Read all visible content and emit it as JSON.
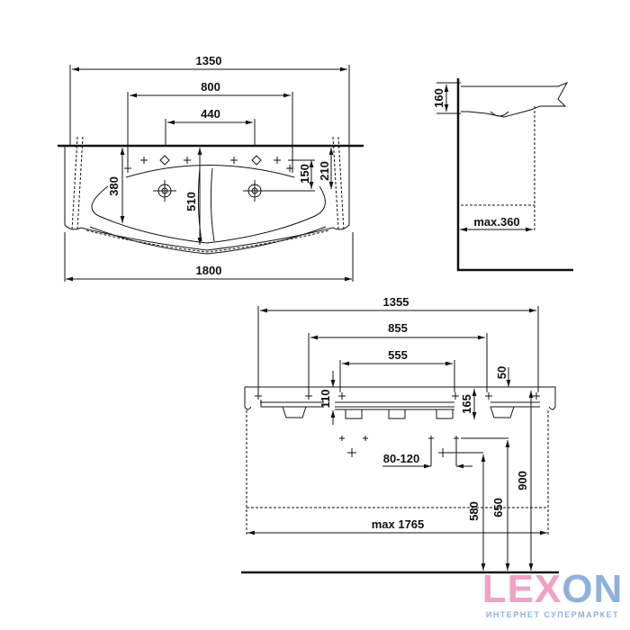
{
  "front_view": {
    "dims": {
      "overall_width": "1800",
      "mount_width": "1350",
      "outer_holes": "800",
      "tap_holes": "440",
      "depth": "510",
      "hole_depth": "380",
      "tap_offset_a": "150",
      "tap_offset_b": "210"
    }
  },
  "side_view": {
    "dims": {
      "height": "160",
      "projection": "max.360"
    }
  },
  "installation_view": {
    "dims": {
      "fixings_width": "1355",
      "fixings_inner": "855",
      "fixings_center": "555",
      "rim_offset": "50",
      "bowl_depth": "110",
      "rim_height": "165",
      "trap_spacing": "80-120",
      "max_width": "max 1765",
      "height_580": "580",
      "height_650": "650",
      "height_900": "900"
    }
  },
  "logo": {
    "brand": "LEXON",
    "tagline": "ИНТЕРНЕТ СУПЕРМАРКЕТ",
    "colors": {
      "pink": "#f2a0c4",
      "blue": "#8fb0dc"
    }
  }
}
